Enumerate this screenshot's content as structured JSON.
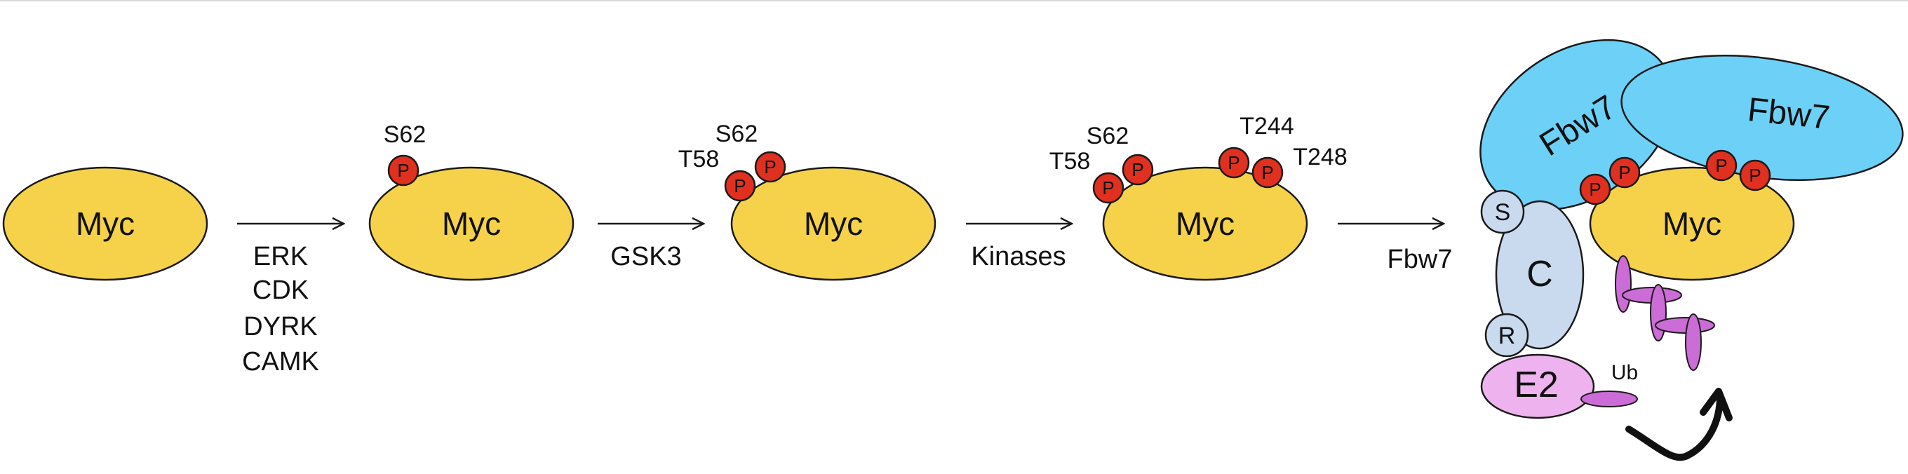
{
  "colors": {
    "myc": "#f5d24a",
    "phospho": "#e03020",
    "fbw7": "#6dd0f7",
    "cullin": "#c9d9ee",
    "e2": "#eeb3ee",
    "ubiquitin": "#cc6cd6",
    "outline": "#1a1a1a"
  },
  "stages": [
    {
      "protein": "Myc",
      "sites": [],
      "arrow_labels": [
        "ERK",
        "CDK",
        "DYRK",
        "CAMK"
      ]
    },
    {
      "protein": "Myc",
      "sites": [
        "S62"
      ],
      "arrow_labels": [
        "GSK3"
      ]
    },
    {
      "protein": "Myc",
      "sites": [
        "S62",
        "T58"
      ],
      "arrow_labels": [
        "Kinases"
      ]
    },
    {
      "protein": "Myc",
      "sites": [
        "S62",
        "T58",
        "T244",
        "T248"
      ],
      "arrow_labels": [
        "Fbw7"
      ]
    }
  ],
  "phospho_symbol": "P",
  "final_complex": {
    "protein": "Myc",
    "fbw7_labels": [
      "Fbw7",
      "Fbw7"
    ],
    "skp1": "S",
    "cullin": "C",
    "rbx1": "R",
    "e2": "E2",
    "ubiquitin": "Ub"
  },
  "icons": {
    "curved_arrow": "curved-arrow-icon"
  }
}
